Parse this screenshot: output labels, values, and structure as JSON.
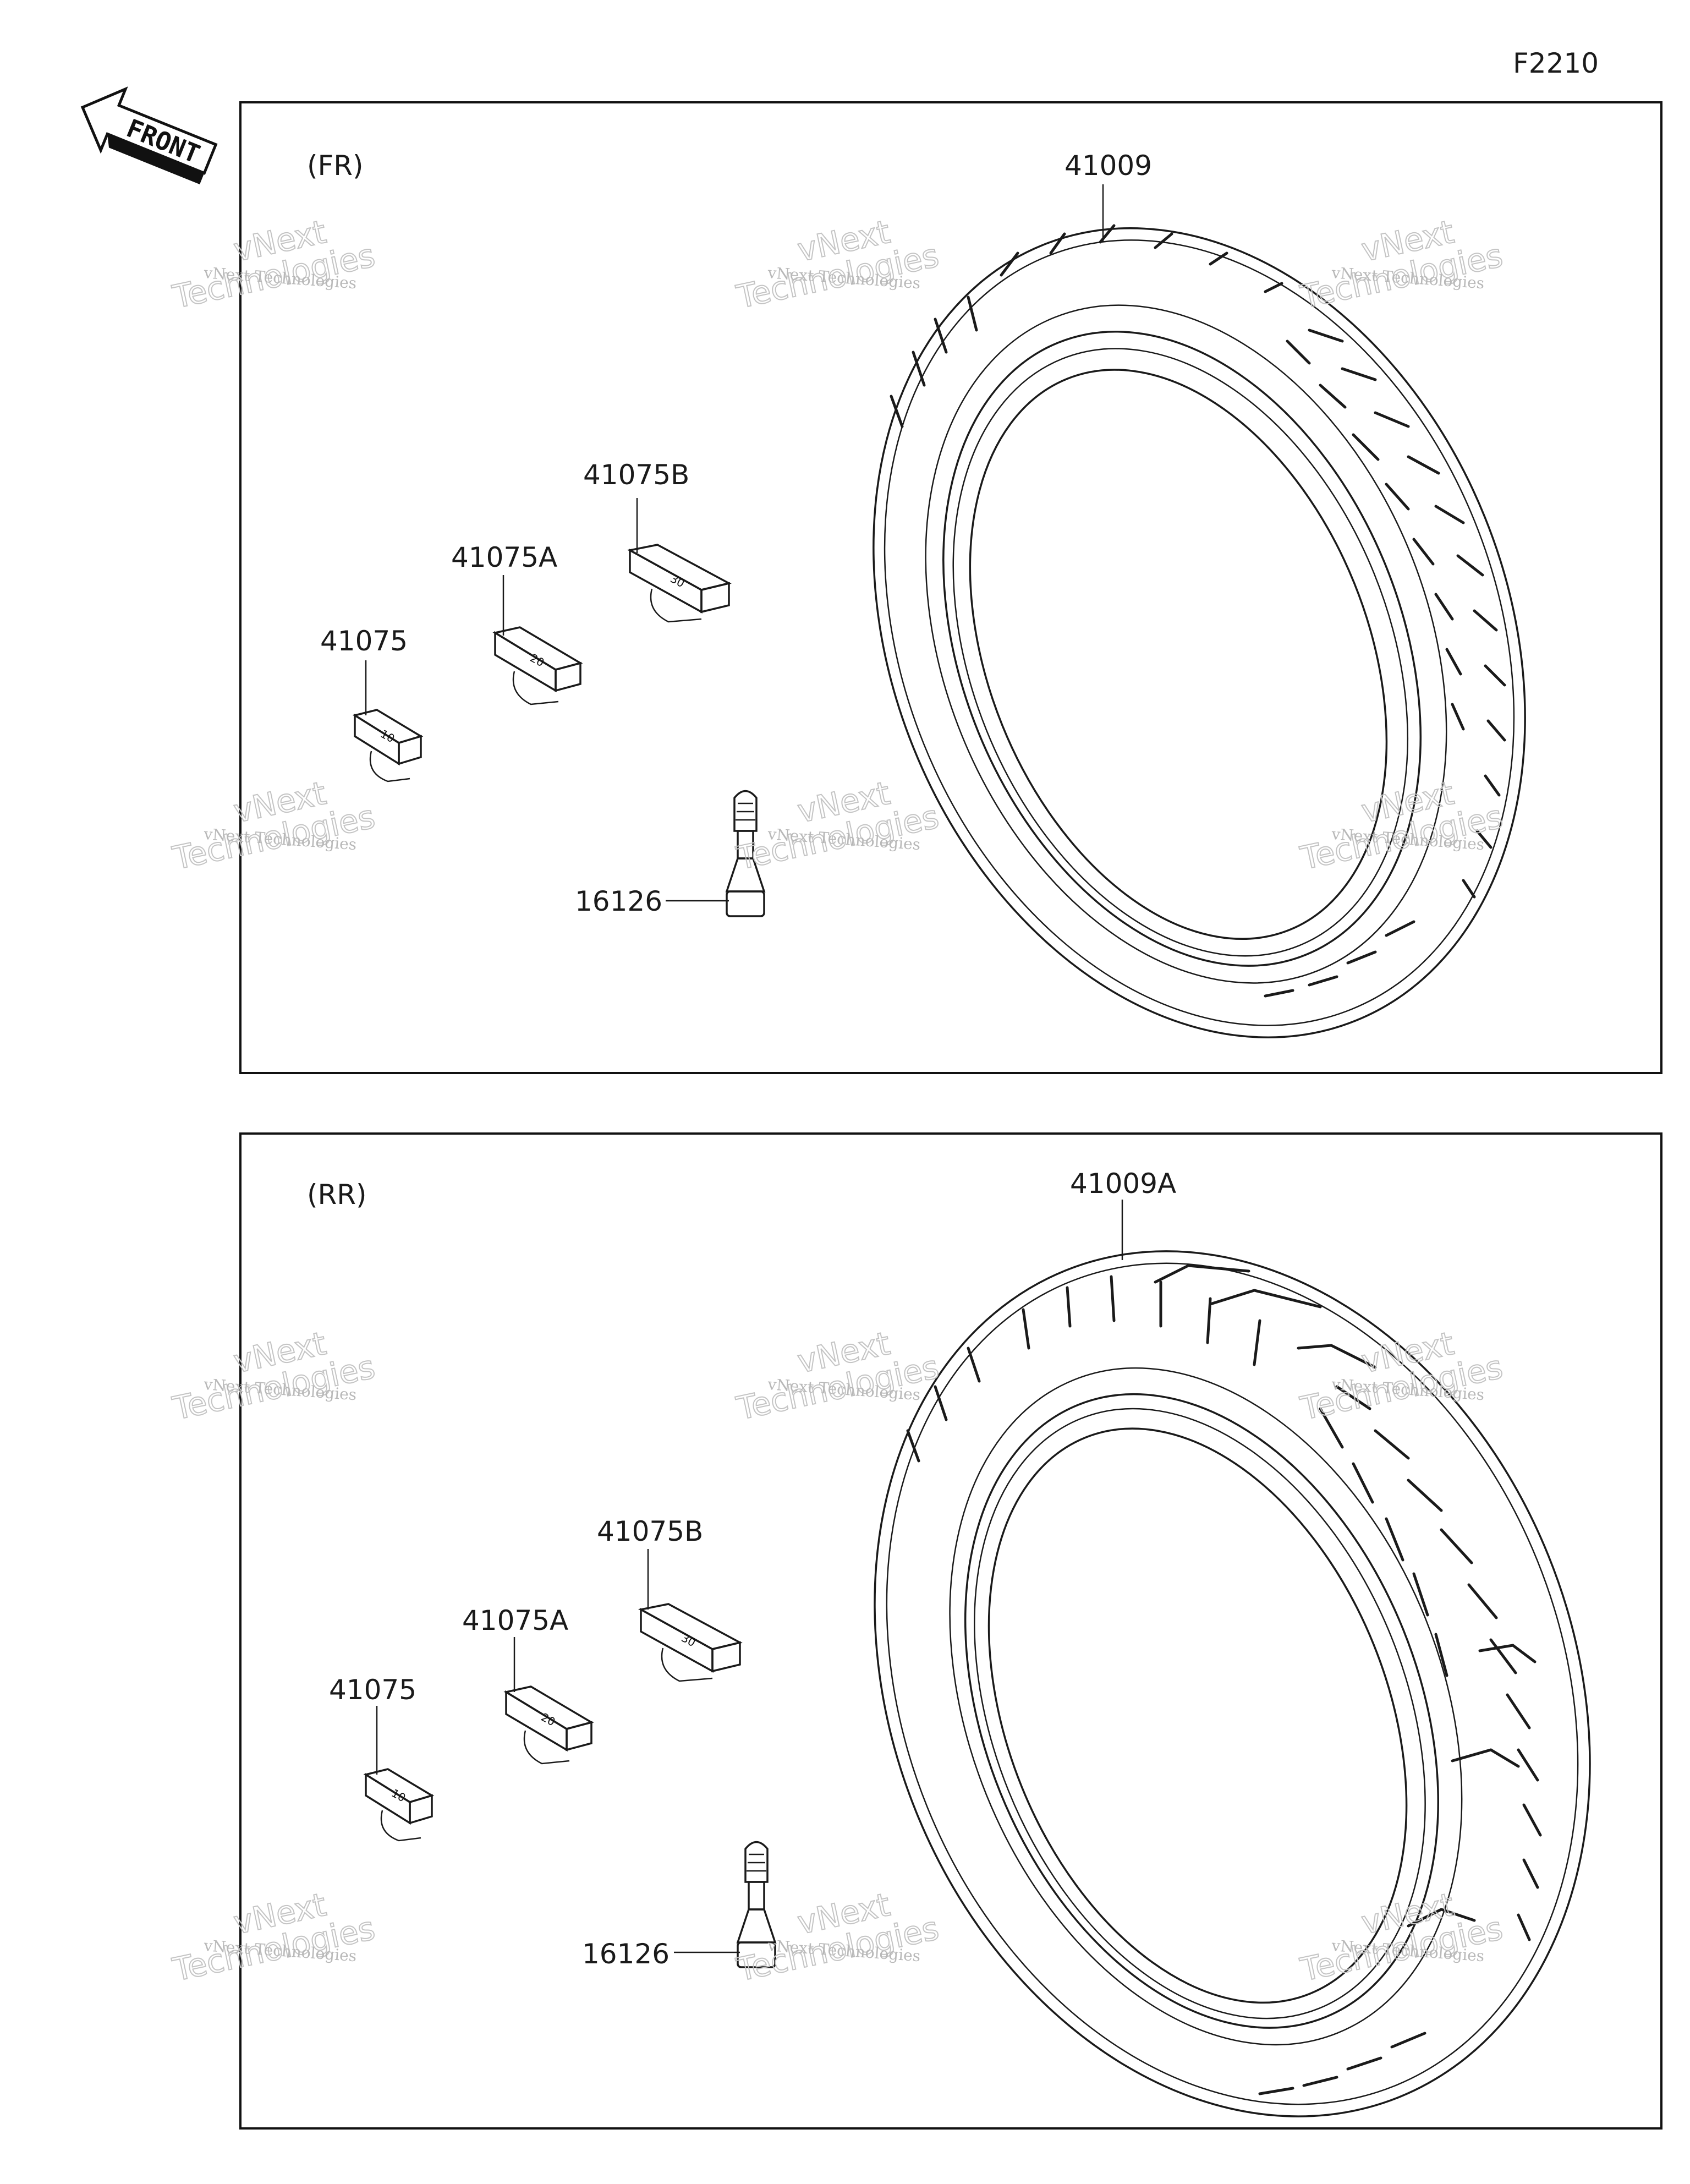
{
  "diagram_code": "F2210",
  "front_indicator": {
    "text": "FRONT"
  },
  "watermark": {
    "line1": "vNext Technologies",
    "line2": "vNext",
    "line3": "Technologies"
  },
  "panels": [
    {
      "section_label": "(FR)",
      "parts": {
        "tire": "41009",
        "weight_b": "41075B",
        "weight_a": "41075A",
        "weight": "41075",
        "valve": "16126"
      },
      "weight_marks": {
        "weight": "10",
        "weight_a": "20",
        "weight_b": "30"
      }
    },
    {
      "section_label": "(RR)",
      "parts": {
        "tire": "41009A",
        "weight_b": "41075B",
        "weight_a": "41075A",
        "weight": "41075",
        "valve": "16126"
      },
      "weight_marks": {
        "weight": "10",
        "weight_a": "20",
        "weight_b": "30"
      }
    }
  ]
}
